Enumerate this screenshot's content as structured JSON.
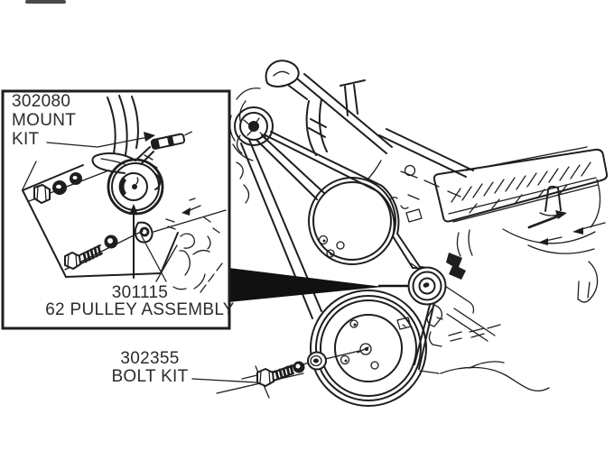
{
  "diagram": {
    "type": "exploded-parts-line-drawing",
    "background_color": "#ffffff",
    "line_color": "#1e1e1e",
    "text_color": "#2b2b2b",
    "wedge_color": "#111111",
    "callouts": {
      "mount_kit": {
        "part_number": "302080",
        "name": "MOUNT KIT"
      },
      "pulley_assembly": {
        "part_number": "301115",
        "name": "62 PULLEY ASSEMBLY"
      },
      "bolt_kit": {
        "part_number": "302355",
        "name": "BOLT KIT"
      }
    }
  }
}
